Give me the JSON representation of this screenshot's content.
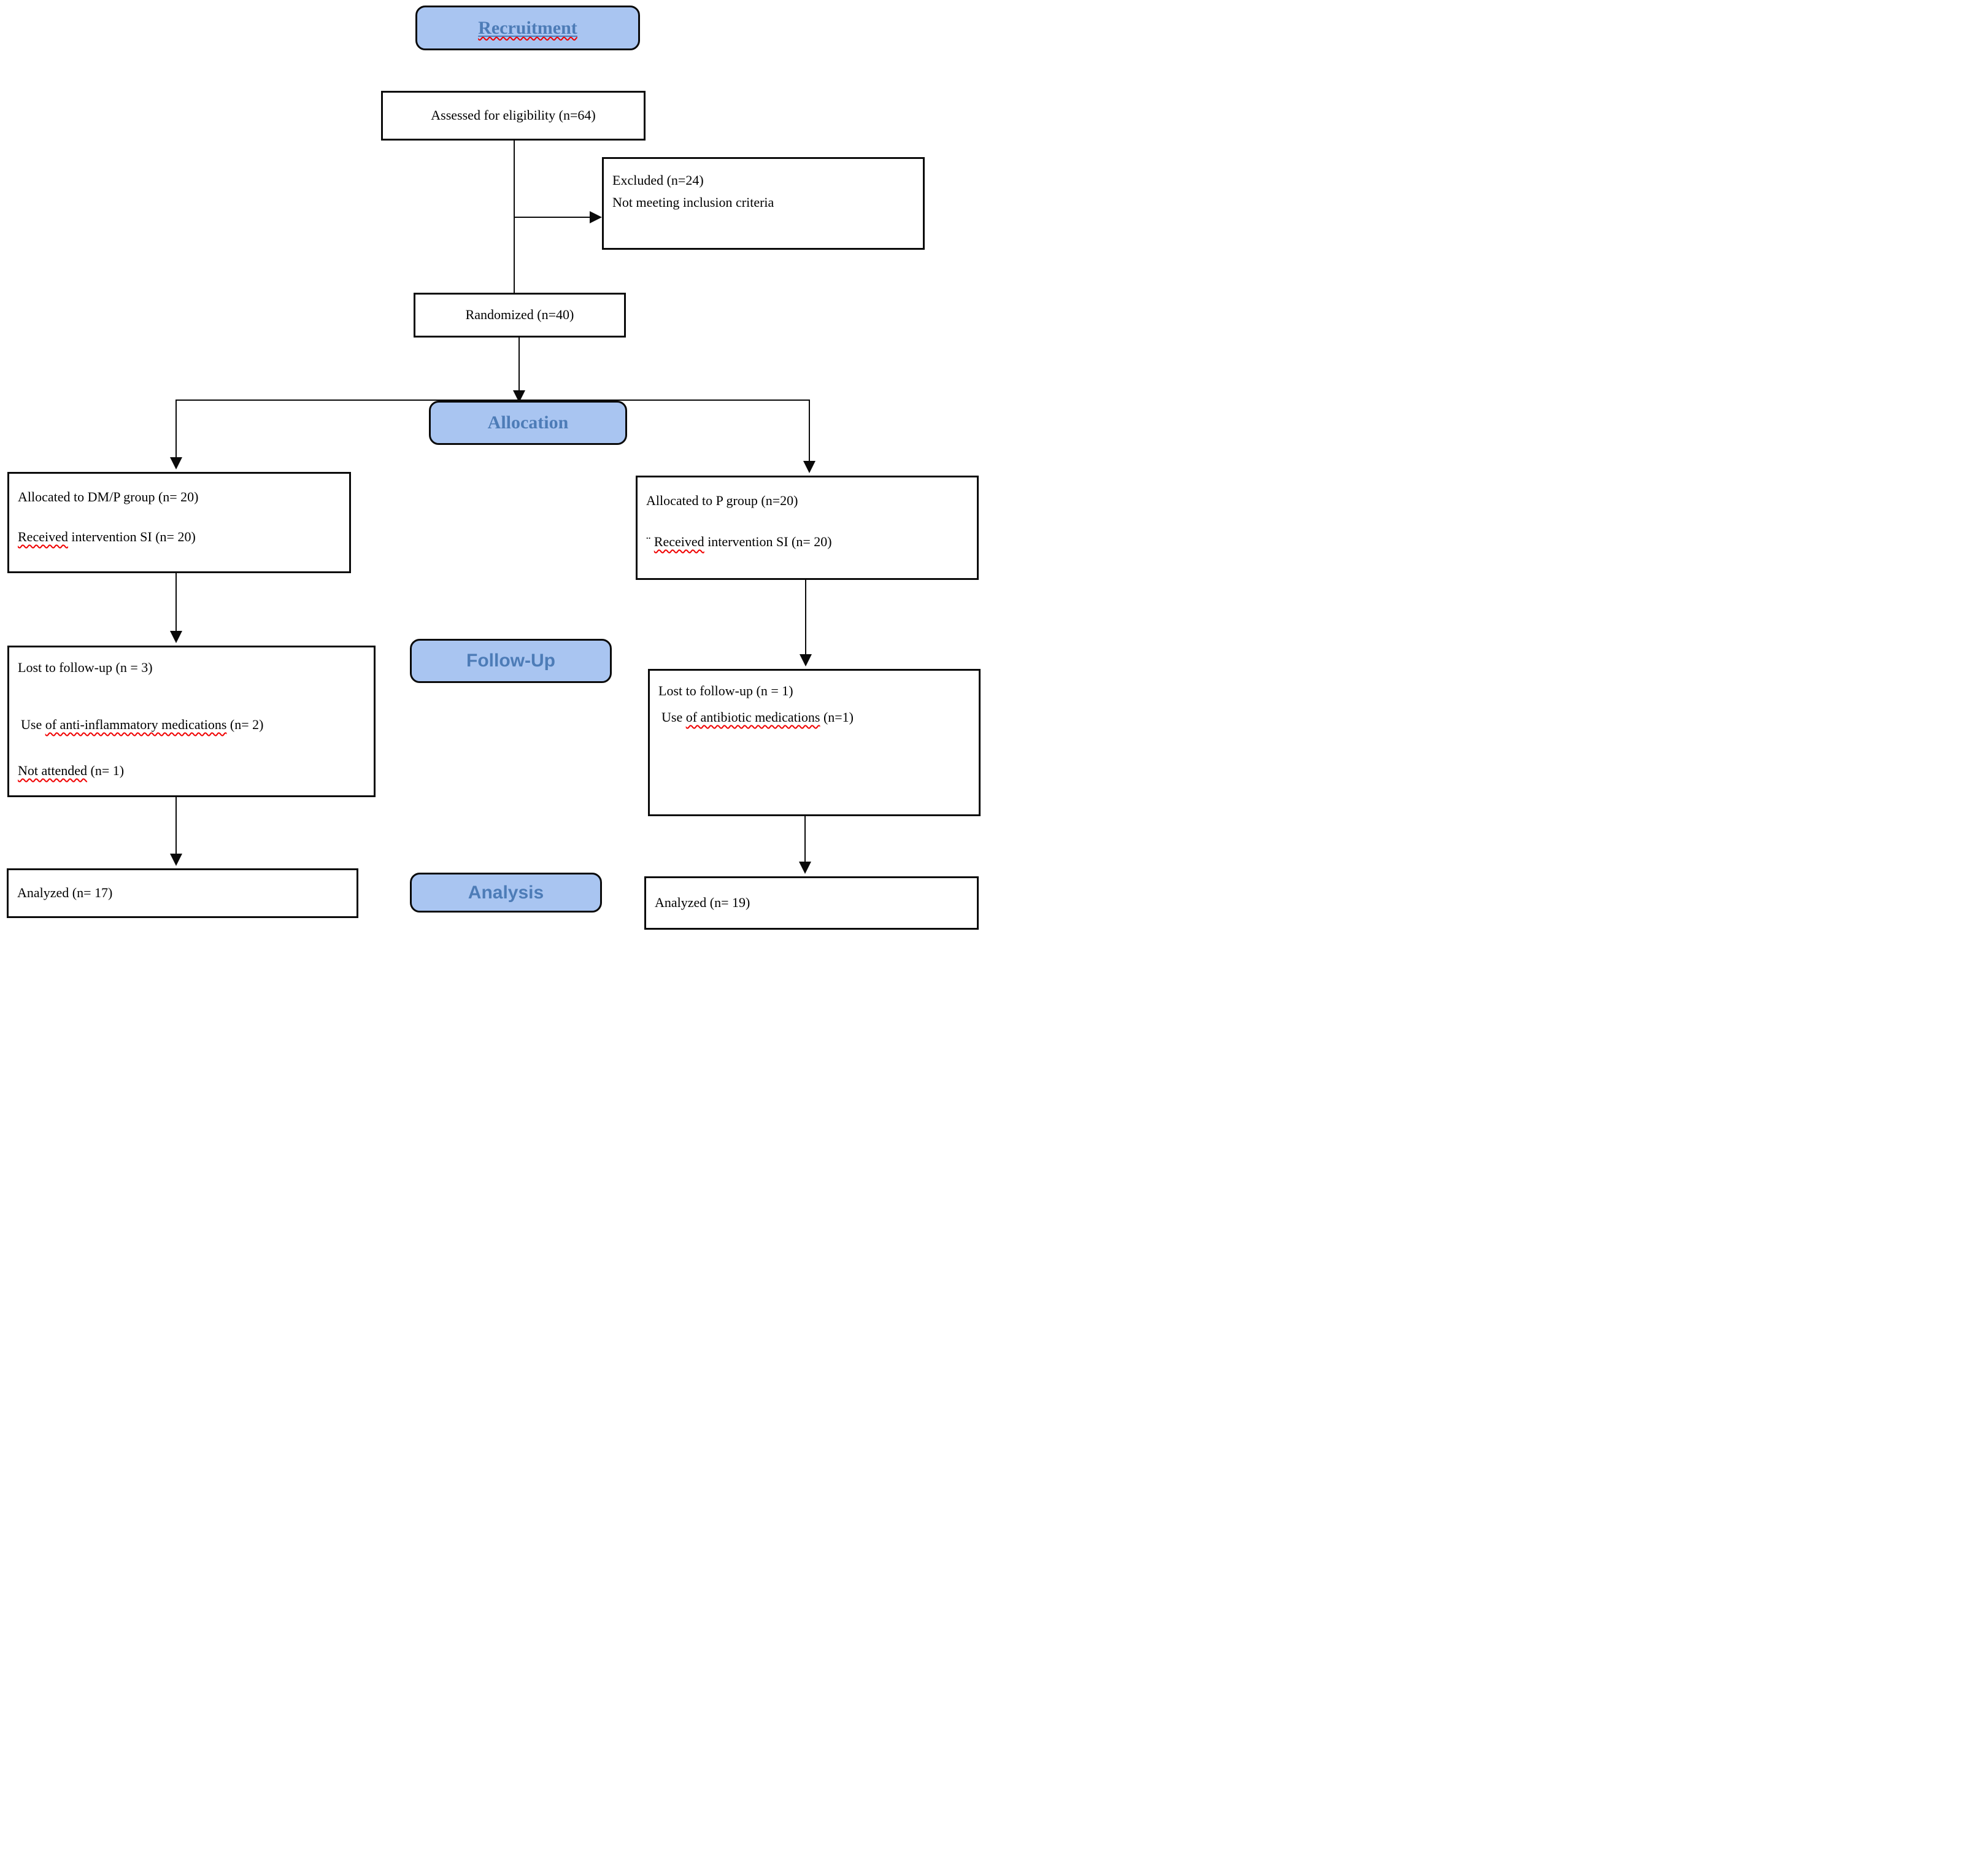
{
  "colors": {
    "banner_fill": "#a9c5f1",
    "banner_text": "#4d7cb7",
    "wavy_underline": "#f00000",
    "line_color": "#000000"
  },
  "banners": {
    "recruitment": "Recruitment",
    "allocation": "Allocation",
    "followup": "Follow-Up",
    "analysis": "Analysis"
  },
  "assessed": {
    "label": "Assessed for eligibility (n=64)"
  },
  "excluded": {
    "line1": "Excluded (n=24)",
    "line2": "Not meeting inclusion criteria"
  },
  "randomized": {
    "label": "Randomized (n=40)"
  },
  "alloc_left": {
    "line1": "Allocated to DM/P group (n= 20)",
    "line2_wavy": "Received",
    "line2_rest": " intervention SI (n= 20)"
  },
  "alloc_right": {
    "line1": "Allocated to P group (n=20)",
    "line2_prefix": "¨ ",
    "line2_wavy": "Received",
    "line2_rest": " intervention SI (n= 20)"
  },
  "followup_left": {
    "line1": "Lost to follow-up (n = 3)",
    "line2_pre": "Use ",
    "line2_wavy": "of anti-inflammatory medications",
    "line2_post": " (n= 2)",
    "line3_wavy": "Not attended",
    "line3_post": " (n= 1)"
  },
  "followup_right": {
    "line1": "Lost to follow-up (n = 1)",
    "line2_pre": "Use ",
    "line2_wavy": "of antibiotic medications",
    "line2_post": " (n=1)"
  },
  "analyzed_left": {
    "label": "Analyzed (n= 17)"
  },
  "analyzed_right": {
    "label": "Analyzed (n= 19)"
  }
}
